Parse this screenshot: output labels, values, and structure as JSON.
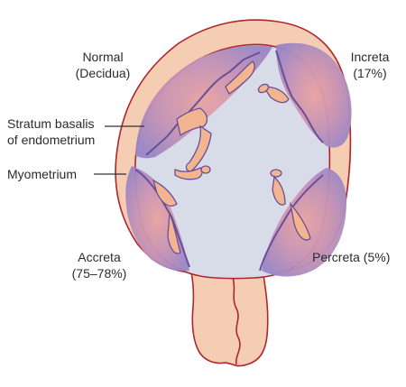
{
  "labels": {
    "normal": [
      "Normal",
      "(Decidua)"
    ],
    "stratum": [
      "Stratum basalis",
      "of endometrium"
    ],
    "myometrium": "Myometrium",
    "accreta": [
      "Accreta",
      "(75–78%)"
    ],
    "increta": [
      "Increta",
      "(17%)"
    ],
    "percreta": "Percreta (5%)"
  },
  "colors": {
    "outline": "#b0252f",
    "uterine_wall": "#f5cdb3",
    "myometrium_tint": "#f7d6c1",
    "cavity": "#d8dce9",
    "placenta_purple": "#9b86c4",
    "placenta_core": "#e5a5a8",
    "villus_outline": "#6a4f9a",
    "vessel_fill": "#f2b58f",
    "leader_line": "#333333"
  }
}
